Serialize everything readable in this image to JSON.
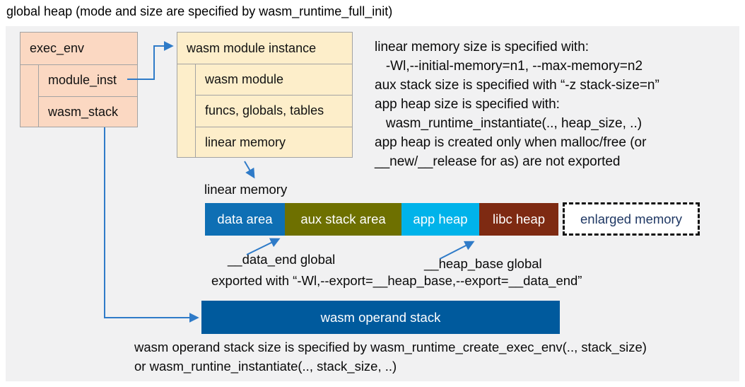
{
  "title": "global heap (mode and size are specified by wasm_runtime_full_init)",
  "colors": {
    "canvas_bg": "#f1f1f2",
    "struct_salmon": "#fbd8c2",
    "struct_cream": "#fdeeca",
    "arrow_blue": "#2f7bc8",
    "operand_stack_blue": "#005a9d",
    "enlarged_text_navy": "#1f3864"
  },
  "exec_env": {
    "title": "exec_env",
    "rows": [
      {
        "label": "module_inst"
      },
      {
        "label": "wasm_stack"
      }
    ]
  },
  "module_instance": {
    "title": "wasm module instance",
    "rows": [
      {
        "label": "wasm module"
      },
      {
        "label": "funcs, globals, tables"
      },
      {
        "label": "linear memory"
      }
    ]
  },
  "notes": {
    "lines": [
      "linear memory size is specified with:",
      "   -Wl,--initial-memory=n1, --max-memory=n2",
      "aux stack size is specified with “-z stack-size=n”",
      "app heap size is specified with:",
      "   wasm_runtime_instantiate(.., heap_size, ..)",
      "app heap is created only when malloc/free (or",
      "__new/__release for as) are not exported"
    ]
  },
  "linear_memory": {
    "label": "linear memory",
    "segments": [
      {
        "label": "data area",
        "color": "#0e6fb4",
        "width": 113
      },
      {
        "label": "aux stack area",
        "color": "#6e7000",
        "width": 165
      },
      {
        "label": "app heap",
        "color": "#00b3ea",
        "width": 110
      },
      {
        "label": "libc heap",
        "color": "#7e2a12",
        "width": 112
      }
    ],
    "enlarged_label": "enlarged memory"
  },
  "annotations": {
    "data_end_label": "__data_end global",
    "heap_base_label": "__heap_base global",
    "export_line": "exported with “-Wl,--export=__heap_base,--export=__data_end”"
  },
  "operand_stack": {
    "label": "wasm operand stack"
  },
  "footer": {
    "lines": [
      "wasm operand stack size is specified by wasm_runtime_create_exec_env(.., stack_size)",
      "or wasm_runtine_instantiate(.., stack_size, ..)"
    ]
  }
}
